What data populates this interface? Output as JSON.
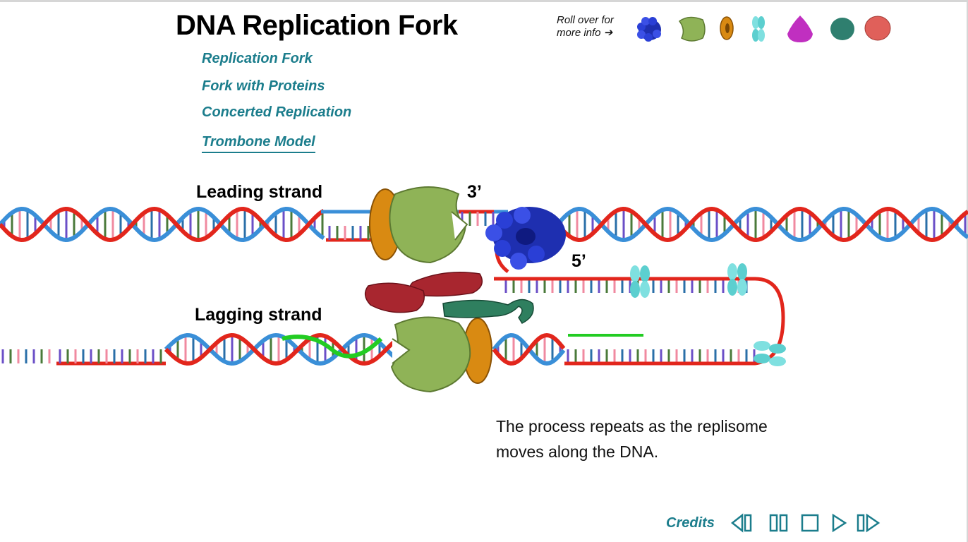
{
  "title": "DNA Replication Fork",
  "nav": [
    {
      "label": "Replication Fork",
      "active": false
    },
    {
      "label": "Fork with Proteins",
      "active": false
    },
    {
      "label": "Concerted Replication",
      "active": false
    },
    {
      "label": "Trombone Model",
      "active": true
    }
  ],
  "rollover": {
    "line1": "Roll over for",
    "line2": "more info ➔"
  },
  "legend_icons": [
    {
      "name": "helicase-protein-icon",
      "color": "#2a3fd6"
    },
    {
      "name": "polymerase-protein-icon",
      "color": "#8fb357"
    },
    {
      "name": "clamp-protein-icon",
      "color": "#d98a12"
    },
    {
      "name": "ssb-protein-icon",
      "color": "#7fe0e0"
    },
    {
      "name": "primase-protein-icon",
      "color": "#c02fc0"
    },
    {
      "name": "ligase-protein-icon",
      "color": "#2f7f6f"
    },
    {
      "name": "topoisomerase-protein-icon",
      "color": "#e0605a"
    }
  ],
  "labels": {
    "leading": "Leading strand",
    "lagging": "Lagging strand",
    "three_prime": "3’",
    "five_prime": "5’"
  },
  "caption": {
    "line1": "The process repeats as the replisome",
    "line2": "moves along the DNA."
  },
  "footer": {
    "credits": "Credits",
    "controls": [
      "step-back-icon",
      "pause-icon",
      "stop-icon",
      "play-icon",
      "step-forward-icon"
    ]
  },
  "colors": {
    "strand_red": "#e2261c",
    "strand_blue": "#3a8fd8",
    "accent_teal": "#1b7d8c",
    "new_strand_green": "#22cc22"
  }
}
